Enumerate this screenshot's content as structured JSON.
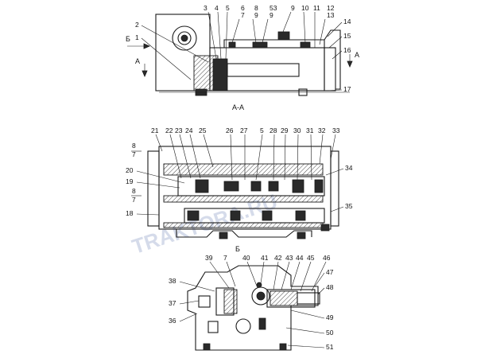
{
  "views": {
    "top_label": "А-А",
    "bottom_label": "Б"
  },
  "section_marks": {
    "b_arrow": "Б",
    "a_left": "А",
    "a_right": "А",
    "mid_8": "8",
    "mid_7": "7",
    "mid_8b": "8",
    "mid_7b": "7"
  },
  "watermark": "TRAKTORA.RU",
  "callouts": {
    "v1": [
      "1",
      "2",
      "3",
      "4",
      "5",
      "6",
      "7",
      "8",
      "9",
      "53",
      "9",
      "9",
      "10",
      "11",
      "12",
      "13",
      "14",
      "15",
      "16",
      "17"
    ],
    "v2": [
      "21",
      "22",
      "23",
      "24",
      "25",
      "26",
      "27",
      "5",
      "28",
      "29",
      "30",
      "31",
      "32",
      "33",
      "34",
      "20",
      "19",
      "18",
      "35"
    ],
    "v3": [
      "39",
      "7",
      "40",
      "41",
      "42",
      "43",
      "44",
      "45",
      "46",
      "47",
      "48",
      "38",
      "37",
      "36",
      "49",
      "50",
      "51"
    ]
  }
}
